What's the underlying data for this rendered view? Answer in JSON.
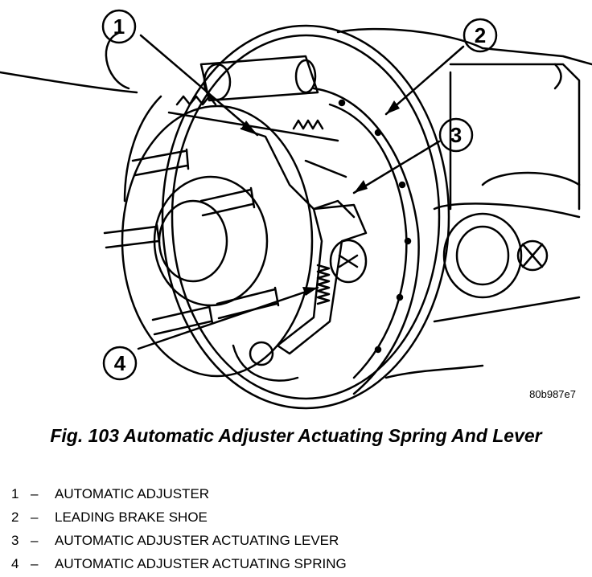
{
  "figure": {
    "callouts": [
      "1",
      "2",
      "3",
      "4"
    ],
    "image_code": "80b987e7"
  },
  "caption": "Fig. 103 Automatic Adjuster Actuating Spring And Lever",
  "legend": [
    {
      "number": "1",
      "separator": "–",
      "label": "AUTOMATIC ADJUSTER"
    },
    {
      "number": "2",
      "separator": "–",
      "label": "LEADING BRAKE SHOE"
    },
    {
      "number": "3",
      "separator": "–",
      "label": "AUTOMATIC ADJUSTER ACTUATING LEVER"
    },
    {
      "number": "4",
      "separator": "–",
      "label": "AUTOMATIC ADJUSTER ACTUATING SPRING"
    }
  ]
}
